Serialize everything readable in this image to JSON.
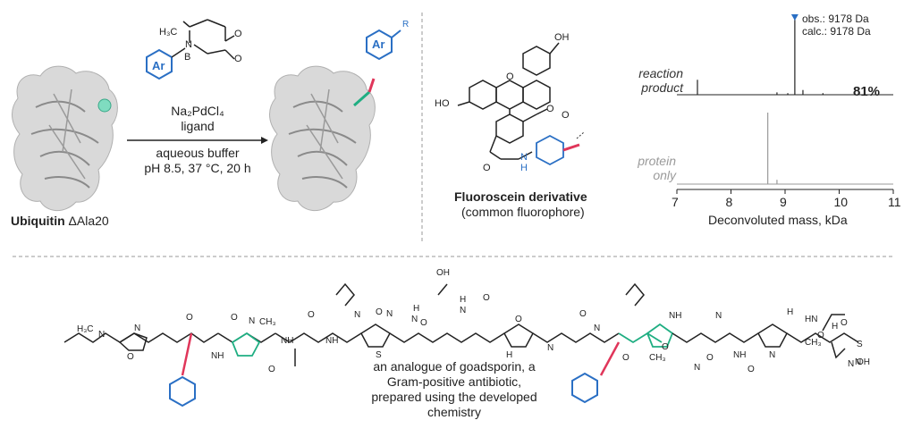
{
  "panel_a": {
    "protein_label_bold": "Ubiquitin",
    "protein_label_rest": " ΔAla20",
    "reagent_groups": {
      "N": "N",
      "B": "B",
      "O": "O",
      "O2": "O",
      "ch3": "H₃C",
      "ar": "Ar"
    },
    "conditions": [
      "Na₂PdCl₄",
      "ligand",
      "aqueous buffer",
      "pH 8.5, 37 °C, 20 h"
    ],
    "product_groups": {
      "ar": "Ar",
      "r": "R"
    }
  },
  "panel_b": {
    "title": "Fluoroscein derivative",
    "subtitle": "(common fluorophore)",
    "atoms": {
      "oh_left": "HO",
      "oh_top": "OH",
      "o_ring": "O",
      "o_lactone": "O",
      "o_carbonyl": "O",
      "o_amide": "O",
      "nh": "N",
      "nh_h": "H"
    }
  },
  "panel_c": {
    "annot_obs": "obs.: 9178 Da",
    "annot_calc": "calc.: 9178 Da",
    "yield": "81%",
    "trace1_label": [
      "reaction",
      "product"
    ],
    "trace2_label": [
      "protein",
      "only"
    ],
    "xlabel": "Deconvoluted mass, kDa",
    "marker_color": "#2a6fc4"
  },
  "chart_data": {
    "type": "line",
    "xlabel": "Deconvoluted mass, kDa",
    "xlim": [
      7,
      11
    ],
    "x_ticks": [
      7,
      8,
      9,
      10,
      11
    ],
    "series": [
      {
        "name": "reaction product",
        "peaks": [
          [
            7.38,
            0.19
          ],
          [
            8.85,
            0.03
          ],
          [
            9.05,
            0.02
          ],
          [
            9.18,
            1.0
          ],
          [
            9.33,
            0.06
          ],
          [
            9.7,
            0.02
          ]
        ]
      },
      {
        "name": "protein only",
        "peaks": [
          [
            8.68,
            1.0
          ],
          [
            8.85,
            0.06
          ]
        ]
      }
    ]
  },
  "panel_d": {
    "caption": [
      "an analogue of goadsporin, a",
      "Gram-positive antibiotic,",
      "prepared using the developed",
      "chemistry"
    ],
    "atoms": [
      "H₃C",
      "N",
      "O",
      "N",
      "O",
      "NH",
      "O",
      "N",
      "NH",
      "O",
      "CH₃",
      "O",
      "N",
      "O",
      "NH",
      "S",
      "N",
      "O",
      "OH",
      "H",
      "N",
      "O",
      "H",
      "N",
      "O",
      "H",
      "N",
      "O",
      "N",
      "O",
      "CH₃",
      "NH",
      "O",
      "N",
      "O",
      "N",
      "NH",
      "O",
      "N",
      "H",
      "CH₃",
      "H",
      "N",
      "S",
      "N",
      "O",
      "HN",
      "OH",
      "O"
    ]
  }
}
